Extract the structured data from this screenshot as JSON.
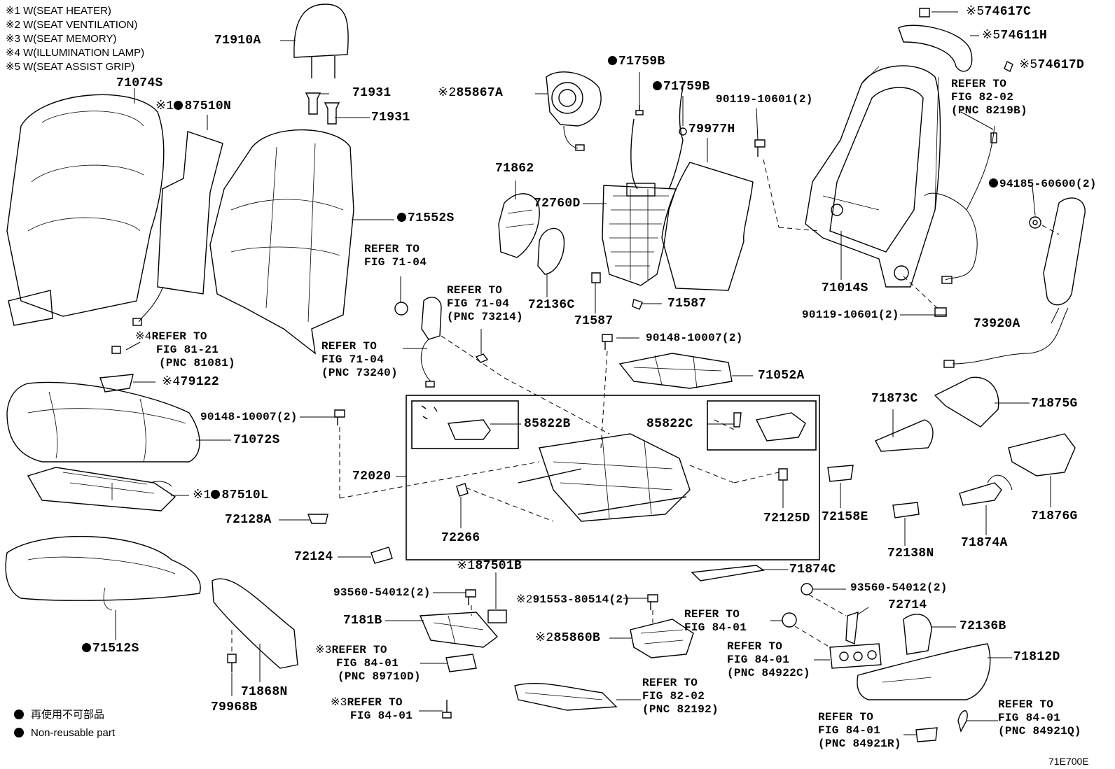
{
  "notes": [
    "※1 W(SEAT HEATER)",
    "※2 W(SEAT VENTILATION)",
    "※3 W(SEAT MEMORY)",
    "※4 W(ILLUMINATION LAMP)",
    "※5 W(SEAT ASSIST GRIP)"
  ],
  "legend": {
    "jp": "再使用不可部品",
    "en": "Non-reusable part"
  },
  "figure_id": "71E700E",
  "labels": {
    "p71910A": "71910A",
    "p71931a": "71931",
    "p71931b": "71931",
    "p71074S": "71074S",
    "p87510N": "87510N",
    "p71552S": "71552S",
    "p85867A": "85867A",
    "p71759B1": "71759B",
    "p71759B2": "71759B",
    "p79977H": "79977H",
    "p90119a": "90119-10601(2)",
    "p71862": "71862",
    "p72760D": "72760D",
    "p72136C": "72136C",
    "p71587a": "71587",
    "p71587b": "71587",
    "p71014S": "71014S",
    "p90119b": "90119-10601(2)",
    "p74617C": "74617C",
    "p74611H": "74611H",
    "p74617D": "74617D",
    "p94185": "94185-60600(2)",
    "p73920A": "73920A",
    "p90148a": "90148-10007(2)",
    "p71052A": "71052A",
    "p79122": "79122",
    "p90148b": "90148-10007(2)",
    "p71072S": "71072S",
    "p87510L": "87510L",
    "p72128A": "72128A",
    "p72124": "72124",
    "p71512S": "71512S",
    "p71868N": "71868N",
    "p79968B": "79968B",
    "p72020": "72020",
    "p85822B": "85822B",
    "p85822C": "85822C",
    "p72266": "72266",
    "p72125D": "72125D",
    "p72158E": "72158E",
    "p72138N": "72138N",
    "p71873C": "71873C",
    "p71875G": "71875G",
    "p71876G": "71876G",
    "p71874A": "71874A",
    "p71874C": "71874C",
    "p87501B": "87501B",
    "p93560a": "93560-54012(2)",
    "p93560b": "93560-54012(2)",
    "p7181B": "7181B",
    "p91553": "91553-80514(2)",
    "p85860B": "85860B",
    "p72714": "72714",
    "p72136B": "72136B",
    "p71812D": "71812D"
  },
  "marks": {
    "m1": "※1",
    "m2": "※2",
    "m3": "※3",
    "m4": "※4",
    "m5": "※5"
  },
  "refs": {
    "r1": [
      "REFER TO",
      "FIG 71-04"
    ],
    "r2": [
      "REFER TO",
      "FIG 71-04",
      "(PNC 73214)"
    ],
    "r3": [
      "REFER TO",
      "FIG 71-04",
      "(PNC 73240)"
    ],
    "r4": [
      "REFER TO",
      "FIG 81-21",
      "(PNC 81081)"
    ],
    "r5": [
      "REFER TO",
      "FIG 82-02",
      "(PNC 8219B)"
    ],
    "r6": [
      "REFER TO",
      "FIG 84-01",
      "(PNC 89710D)"
    ],
    "r7": [
      "REFER TO",
      "FIG 84-01"
    ],
    "r8": [
      "REFER TO",
      "FIG 82-02",
      "(PNC 82192)"
    ],
    "r9": [
      "REFER TO",
      "FIG 84-01"
    ],
    "r10": [
      "REFER TO",
      "FIG 84-01",
      "(PNC 84922C)"
    ],
    "r11": [
      "REFER TO",
      "FIG 84-01",
      "(PNC 84921R)"
    ],
    "r12": [
      "REFER TO",
      "FIG 84-01",
      "(PNC 84921Q)"
    ]
  }
}
